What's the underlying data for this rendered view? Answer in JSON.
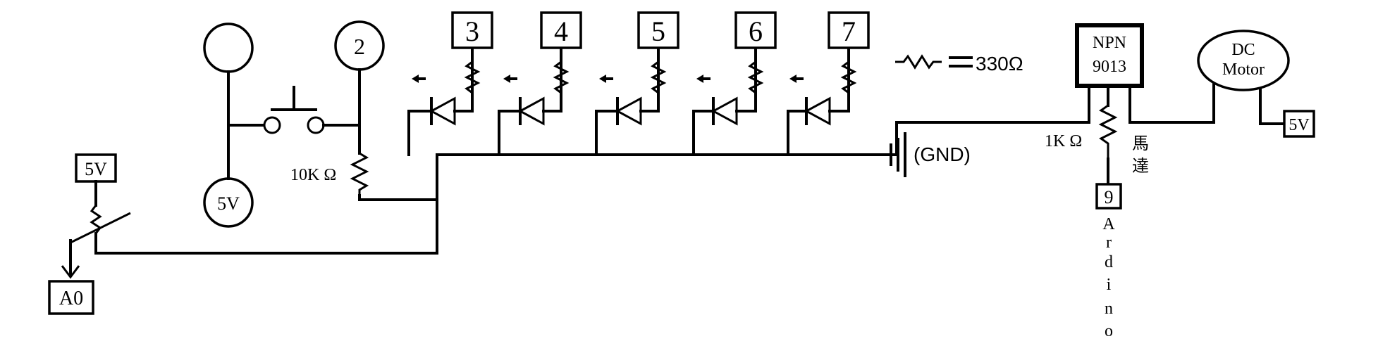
{
  "pins": {
    "p2": "2",
    "p3": "3",
    "p4": "4",
    "p5": "5",
    "p6": "6",
    "p7": "7",
    "p9": "9",
    "a0": "A0"
  },
  "power": {
    "v5_pot": "5V",
    "v5_button": "5V",
    "v5_motor": "5V"
  },
  "resistors": {
    "pulldown": "10K Ω",
    "base": "1K Ω",
    "legend": "330Ω"
  },
  "ground_label": "(GND)",
  "transistor": {
    "line1": "NPN",
    "line2": "9013"
  },
  "motor": {
    "line1": "DC",
    "line2": "Motor"
  },
  "motor_cn": {
    "c1": "馬",
    "c2": "達"
  },
  "arduino_letters": [
    "A",
    "r",
    "d",
    "i",
    "n",
    "o"
  ]
}
